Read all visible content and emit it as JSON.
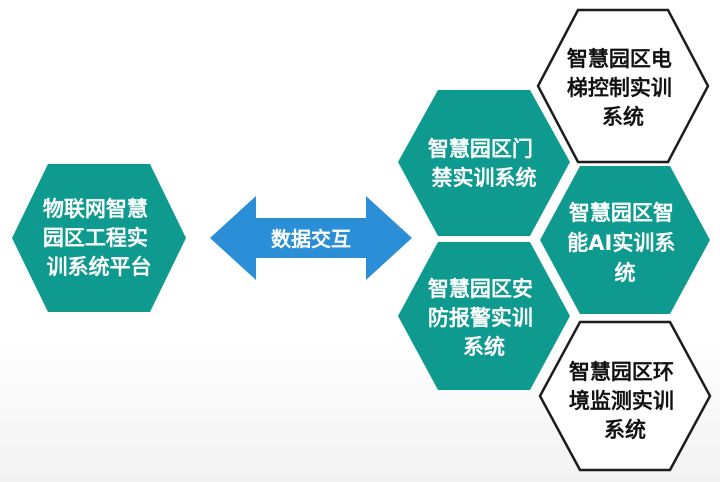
{
  "colors": {
    "teal": "#0e9a8e",
    "arrow": "#2a8fd6",
    "outline_stroke": "#1c1c1c",
    "outline_fill": "#ffffff",
    "text_light": "#ffffff",
    "text_dark": "#111111"
  },
  "platform": {
    "lines": [
      "物联网智慧",
      "园区工程实",
      "训系统平台"
    ]
  },
  "exchange": {
    "label": "数据交互"
  },
  "subsystems": [
    {
      "key": "access",
      "lines": [
        "智慧园区门",
        "禁实训系统"
      ]
    },
    {
      "key": "security",
      "lines": [
        "智慧园区安",
        "防报警实训",
        "系统"
      ]
    },
    {
      "key": "elevator",
      "lines": [
        "智慧园区电",
        "梯控制实训",
        "系统"
      ]
    },
    {
      "key": "ai",
      "lines": [
        "智慧园区智",
        "能AI实训系",
        "统"
      ]
    },
    {
      "key": "environment",
      "lines": [
        "智慧园区环",
        "境监测实训",
        "系统"
      ]
    }
  ]
}
